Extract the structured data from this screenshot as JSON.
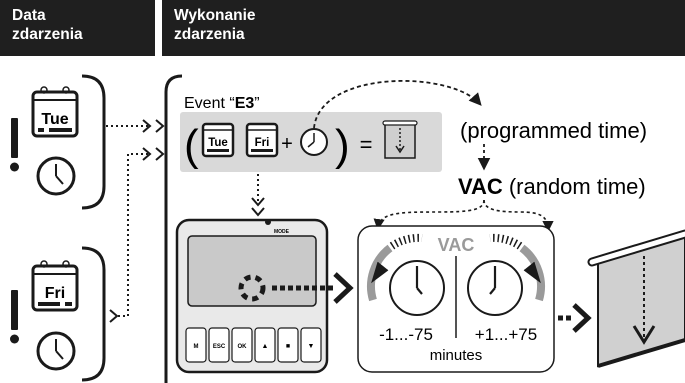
{
  "header": {
    "left": {
      "line1": "Data",
      "line2": "zdarzenia"
    },
    "right": {
      "line1": "Wykonanie",
      "line2": "zdarzenia"
    }
  },
  "calendars": {
    "day1": "Tue",
    "day2": "Fri"
  },
  "event": {
    "prefix": "Event “",
    "code": "E3",
    "suffix": "”",
    "day1": "Tue",
    "day2": "Fri",
    "plus": "+",
    "equals": "="
  },
  "labels": {
    "programmed_time": "(programmed time)",
    "vac_strong": "VAC",
    "random_time": "(random time)"
  },
  "device": {
    "mode_label": "MODE",
    "buttons": [
      "M",
      "ESC",
      "OK",
      "▲",
      "■",
      "▼"
    ]
  },
  "vac_panel": {
    "title": "VAC",
    "minus_range": "-1...-75",
    "plus_range": "+1...+75",
    "unit": "minutes"
  },
  "colors": {
    "header_bg": "#1f1f1f",
    "panel_gray": "#d9d9d9",
    "screen_gray": "#c9c9c9",
    "arc_gray": "#9a9a9a"
  },
  "icons": [
    "exclamation-icon",
    "calendar-icon",
    "clock-icon",
    "roller-blind-icon",
    "arrow-icon"
  ]
}
